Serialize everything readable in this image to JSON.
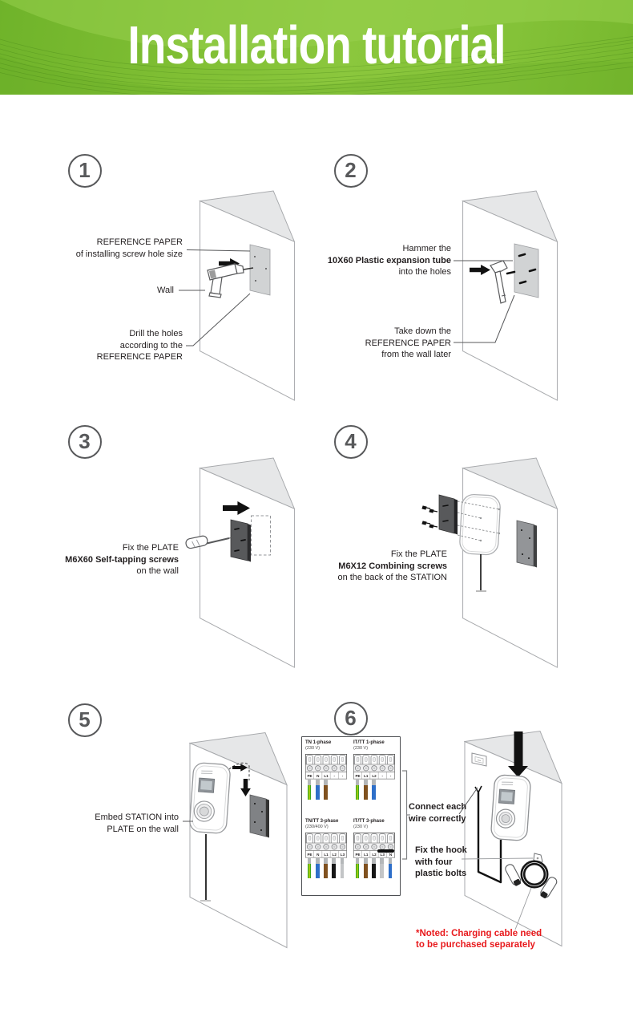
{
  "header": {
    "title": "Installation tutorial"
  },
  "steps": {
    "s1": {
      "number": "1",
      "label_ref_1": "REFERENCE PAPER",
      "label_ref_2": "of installing screw hole size",
      "label_wall": "Wall",
      "label_drill_1": "Drill the holes",
      "label_drill_2": "according to the",
      "label_drill_3": "REFERENCE PAPER"
    },
    "s2": {
      "number": "2",
      "label_hammer_1": "Hammer the",
      "label_hammer_2": "10X60 Plastic expansion tube",
      "label_hammer_3": "into the holes",
      "label_take_1": "Take down the",
      "label_take_2": "REFERENCE PAPER",
      "label_take_3": "from the wall later"
    },
    "s3": {
      "number": "3",
      "label_1": "Fix the PLATE",
      "label_2": "M6X60 Self-tapping screws",
      "label_3": "on the wall"
    },
    "s4": {
      "number": "4",
      "label_1": "Fix the PLATE",
      "label_2": "M6X12 Combining screws",
      "label_3": "on the back of the STATION"
    },
    "s5": {
      "number": "5",
      "label_1": "Embed STATION into",
      "label_2": "PLATE on the wall"
    },
    "s6": {
      "number": "6",
      "label_connect_1": "Connect each",
      "label_connect_2": "wire correctly",
      "label_hook_1": "Fix the hook",
      "label_hook_2": "with four",
      "label_hook_3": "plastic bolts",
      "note_1": "*Noted: Charging cable need",
      "note_2": "to be purchased separately"
    }
  },
  "wiring": {
    "diagrams": [
      {
        "title": "TN 1-phase",
        "voltage": "(230 V)",
        "terminals": [
          "PE",
          "N",
          "L1",
          "-",
          "-"
        ],
        "wires": [
          "pe",
          "blue",
          "brown",
          "none",
          "none"
        ]
      },
      {
        "title": "IT/TT 1-phase",
        "voltage": "(230 V)",
        "terminals": [
          "PE",
          "L1",
          "L2",
          "-",
          "-"
        ],
        "wires": [
          "pe",
          "brown",
          "blue",
          "none",
          "none"
        ]
      },
      {
        "title": "TN/TT 3-phase",
        "voltage": "(230/400 V)",
        "terminals": [
          "PE",
          "N",
          "L1",
          "L2",
          "L3"
        ],
        "wires": [
          "pe",
          "blue",
          "brown",
          "black",
          "gray"
        ]
      },
      {
        "title": "IT/TT 3-phase",
        "voltage": "(230 V)",
        "terminals": [
          "PE",
          "L1",
          "L2",
          "L3",
          "N"
        ],
        "wires": [
          "pe",
          "brown",
          "black",
          "gray",
          "blue"
        ],
        "jumper": true
      }
    ]
  },
  "colors": {
    "banner_green": "#7cbe32",
    "note_red": "#e8191c",
    "wires": {
      "pe": [
        "#3aa71f",
        "#ffe700"
      ],
      "blue": "#2e6fc9",
      "brown": "#80511f",
      "black": "#161616",
      "gray": "#c3c5c7",
      "none": null
    }
  }
}
